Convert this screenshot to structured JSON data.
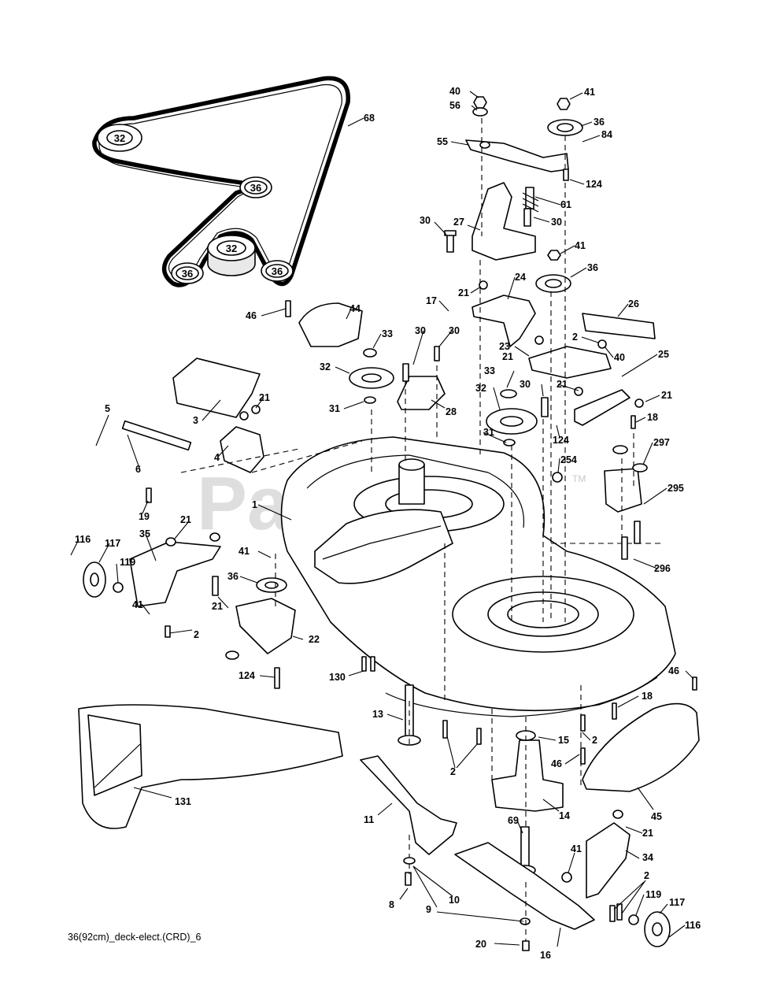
{
  "watermark": {
    "text": "PartsTree",
    "tm": "TM"
  },
  "footer": {
    "drawing_id": "36(92cm)_deck-elect.(CRD)_6"
  },
  "belt_pulleys": [
    "32",
    "36",
    "32",
    "36",
    "36"
  ],
  "callouts": [
    "68",
    "40",
    "41",
    "56",
    "36",
    "55",
    "84",
    "124",
    "61",
    "30",
    "27",
    "30",
    "41",
    "36",
    "24",
    "26",
    "17",
    "21",
    "46",
    "44",
    "33",
    "30",
    "30",
    "2",
    "40",
    "32",
    "23",
    "21",
    "33",
    "30",
    "21",
    "25",
    "21",
    "31",
    "28",
    "32",
    "3",
    "21",
    "5",
    "124",
    "18",
    "31",
    "297",
    "254",
    "6",
    "4",
    "295",
    "19",
    "1",
    "21",
    "116",
    "117",
    "35",
    "296",
    "119",
    "41",
    "36",
    "41",
    "2",
    "21",
    "22",
    "124",
    "130",
    "46",
    "18",
    "13",
    "15",
    "2",
    "46",
    "2",
    "131",
    "45",
    "11",
    "14",
    "21",
    "69",
    "41",
    "34",
    "2",
    "119",
    "10",
    "117",
    "8",
    "9",
    "116",
    "20",
    "16"
  ]
}
